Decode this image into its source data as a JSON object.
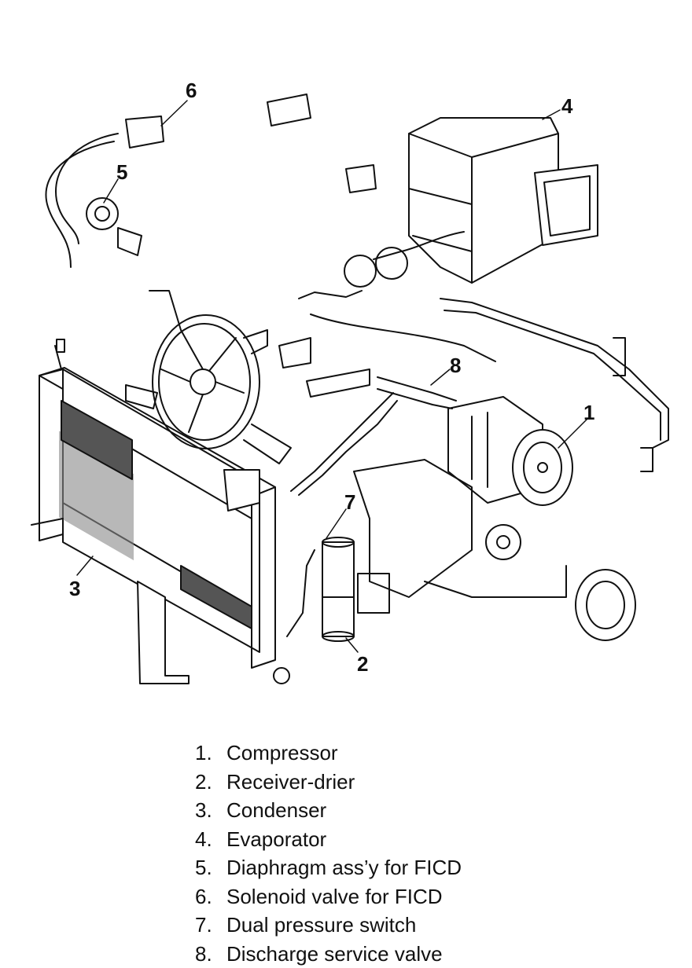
{
  "callouts": [
    "1",
    "2",
    "3",
    "4",
    "5",
    "6",
    "7",
    "8"
  ],
  "legend": [
    {
      "num": "1.",
      "label": "Compressor"
    },
    {
      "num": "2.",
      "label": "Receiver-drier"
    },
    {
      "num": "3.",
      "label": "Condenser"
    },
    {
      "num": "4.",
      "label": "Evaporator"
    },
    {
      "num": "5.",
      "label": "Diaphragm ass’y for FICD"
    },
    {
      "num": "6.",
      "label": "Solenoid valve for FICD"
    },
    {
      "num": "7.",
      "label": "Dual pressure switch"
    },
    {
      "num": "8.",
      "label": "Discharge service valve"
    }
  ]
}
